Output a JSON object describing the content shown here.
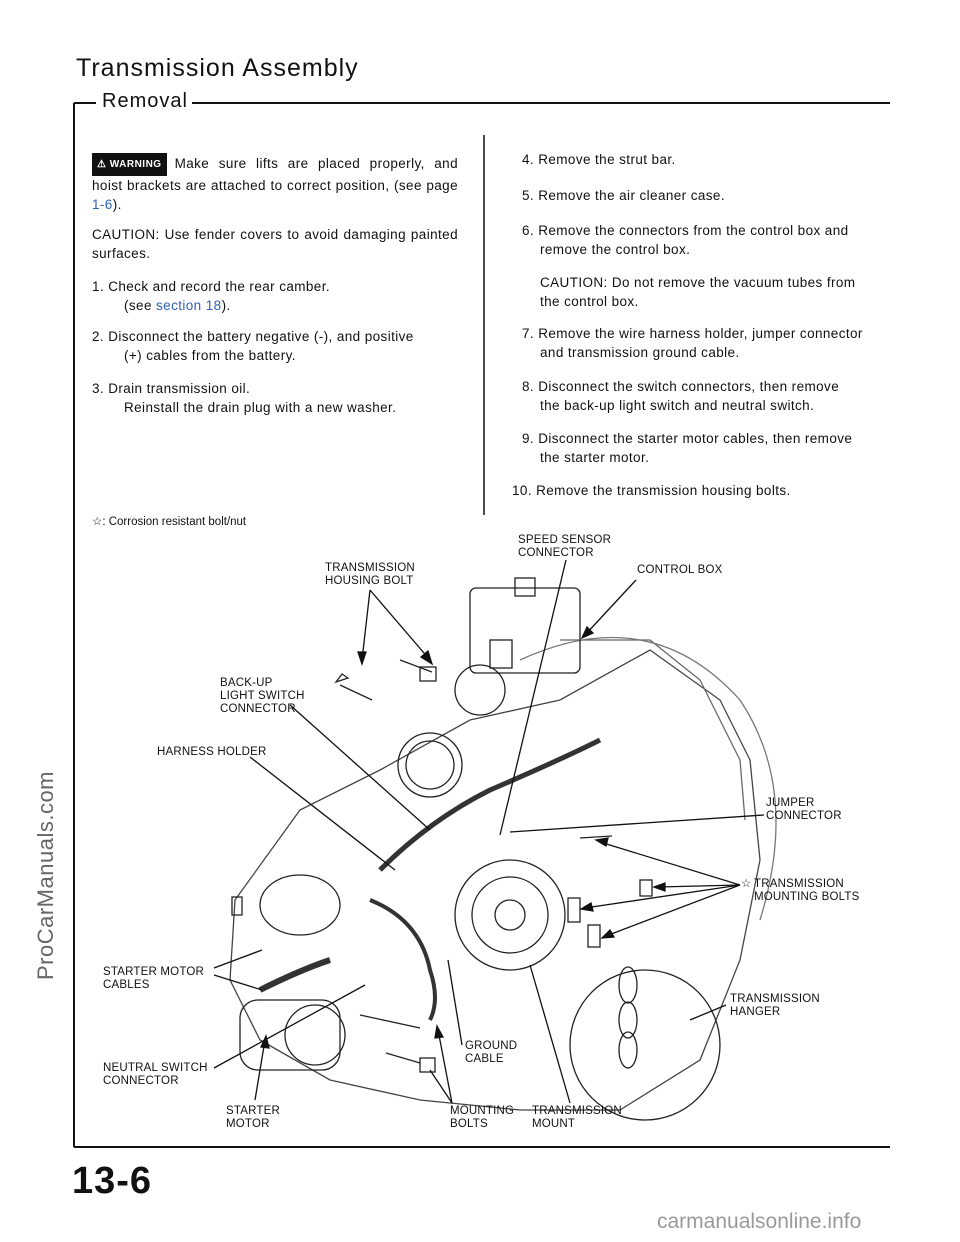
{
  "header": {
    "title": "Transmission Assembly",
    "subtitle": "Removal"
  },
  "left": {
    "warning_badge": "WARNING",
    "warning_text": "Make sure lifts are placed properly, and hoist brackets are attached to correct position, (see page ",
    "warning_link": "1-6",
    "warning_end": ").",
    "caution": "CAUTION: Use fender covers to avoid damaging painted surfaces.",
    "step1_a": "1.  Check and record the rear camber.",
    "step1_b_pre": "(see ",
    "step1_link": "section 18",
    "step1_b_post": ").",
    "step2_a": "2.  Disconnect the battery negative (-), and positive",
    "step2_b": "(+) cables from the battery.",
    "step3_a": "3.  Drain transmission oil.",
    "step3_b": "Reinstall the drain plug with a new washer.",
    "legend_symbol": "☆",
    "legend": ": Corrosion resistant bolt/nut"
  },
  "right": {
    "step4": "4. Remove the strut bar.",
    "step5": "5. Remove the air cleaner case.",
    "step6_a": "6. Remove the connectors from the control box and",
    "step6_b": "remove the control box.",
    "step6_c": "CAUTION: Do not remove the vacuum tubes from the control box.",
    "step7_a": "7. Remove the wire harness holder, jumper connector",
    "step7_b": "and transmission ground cable.",
    "step8_a": "8. Disconnect the switch connectors, then remove",
    "step8_b": "the back-up light switch and neutral switch.",
    "step9_a": "9. Disconnect the starter motor cables, then remove",
    "step9_b": "the starter motor.",
    "step10": "10. Remove the transmission housing bolts."
  },
  "diagram": {
    "labels": {
      "speed_sensor": "SPEED SENSOR\nCONNECTOR",
      "housing_bolt": "TRANSMISSION\nHOUSING BOLT",
      "control_box": "CONTROL BOX",
      "backup_switch": "BACK-UP\nLIGHT SWITCH\nCONNECTOR",
      "harness_holder": "HARNESS HOLDER",
      "jumper": "JUMPER\nCONNECTOR",
      "mounting_bolts_star": "☆",
      "mounting_bolts": "TRANSMISSION\nMOUNTING BOLTS",
      "starter_cables": "STARTER MOTOR\nCABLES",
      "hanger": "TRANSMISSION\nHANGER",
      "ground_cable": "GROUND\nCABLE",
      "neutral_switch": "NEUTRAL SWITCH\nCONNECTOR",
      "starter_motor": "STARTER\nMOTOR",
      "mounting_bolts2": "MOUNTING\nBOLTS",
      "trans_mount": "TRANSMISSION\nMOUNT"
    }
  },
  "footer": {
    "page_number": "13-6",
    "watermark_left": "ProCarManuals.com",
    "watermark_bottom": "carmanualsonline.info"
  }
}
